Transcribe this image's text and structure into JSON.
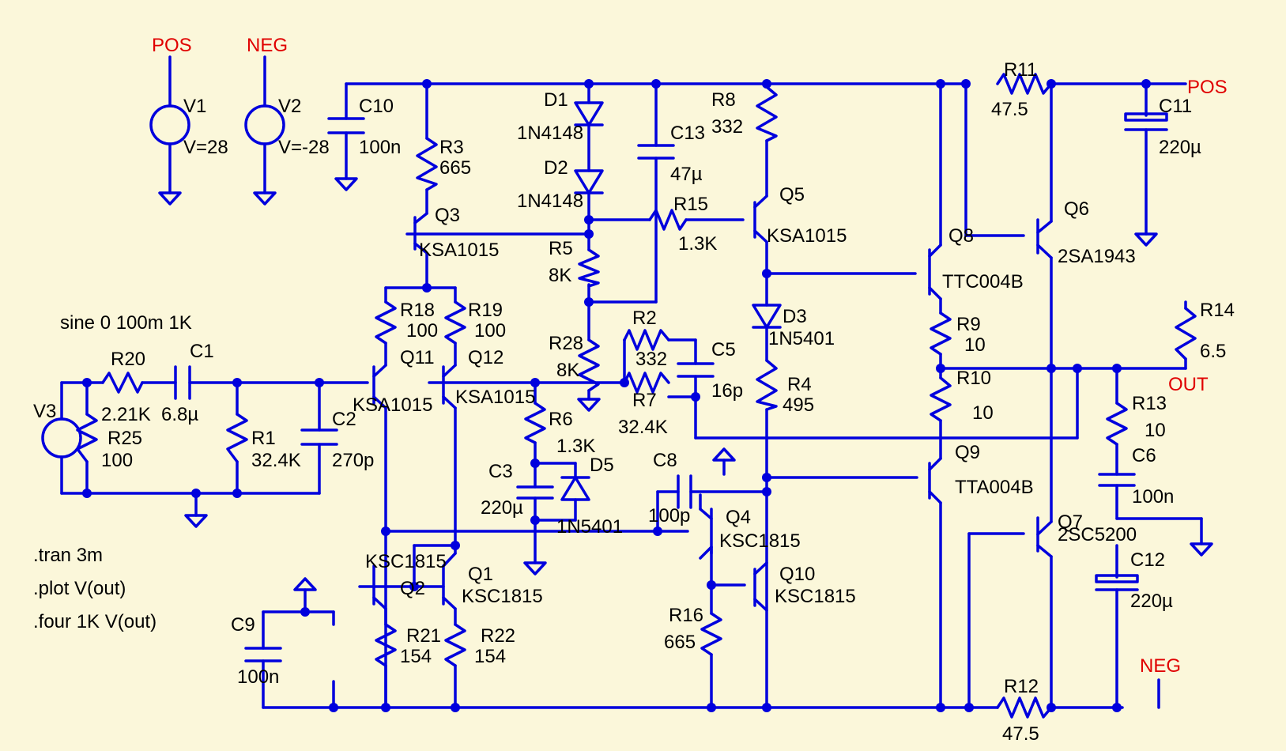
{
  "colors": {
    "background": "#fbf7da",
    "wire": "#0000dd",
    "net_label": "#e00000",
    "text": "#000000"
  },
  "nets": {
    "pos": "POS",
    "neg": "NEG",
    "out": "OUT"
  },
  "sources": {
    "v1": {
      "name": "V1",
      "value": "V=28"
    },
    "v2": {
      "name": "V2",
      "value": "V=-28"
    },
    "v3": {
      "name": "V3",
      "value": "sine 0 100m 1K"
    }
  },
  "capacitors": {
    "c1": {
      "name": "C1",
      "value": "6.8µ"
    },
    "c2": {
      "name": "C2",
      "value": "270p"
    },
    "c3": {
      "name": "C3",
      "value": "220µ"
    },
    "c5": {
      "name": "C5",
      "value": "16p"
    },
    "c6": {
      "name": "C6",
      "value": "100n"
    },
    "c8": {
      "name": "C8",
      "value": "100p"
    },
    "c9": {
      "name": "C9",
      "value": "100n"
    },
    "c10": {
      "name": "C10",
      "value": "100n"
    },
    "c11": {
      "name": "C11",
      "value": "220µ"
    },
    "c12": {
      "name": "C12",
      "value": "220µ"
    },
    "c13": {
      "name": "C13",
      "value": "47µ"
    }
  },
  "resistors": {
    "r1": {
      "name": "R1",
      "value": "32.4K"
    },
    "r2": {
      "name": "R2",
      "value": "332"
    },
    "r3": {
      "name": "R3",
      "value": "665"
    },
    "r4": {
      "name": "R4",
      "value": "495"
    },
    "r5": {
      "name": "R5",
      "value": "8K"
    },
    "r6": {
      "name": "R6",
      "value": "1.3K"
    },
    "r7": {
      "name": "R7",
      "value": "32.4K"
    },
    "r8": {
      "name": "R8",
      "value": "332"
    },
    "r9": {
      "name": "R9",
      "value": "10"
    },
    "r10": {
      "name": "R10",
      "value": "10"
    },
    "r11": {
      "name": "R11",
      "value": "47.5"
    },
    "r12": {
      "name": "R12",
      "value": "47.5"
    },
    "r13": {
      "name": "R13",
      "value": "10"
    },
    "r14": {
      "name": "R14",
      "value": "6.5"
    },
    "r15": {
      "name": "R15",
      "value": "1.3K"
    },
    "r16": {
      "name": "R16",
      "value": "665"
    },
    "r18": {
      "name": "R18",
      "value": "100"
    },
    "r19": {
      "name": "R19",
      "value": "100"
    },
    "r20": {
      "name": "R20",
      "value": "2.21K"
    },
    "r21": {
      "name": "R21",
      "value": "154"
    },
    "r22": {
      "name": "R22",
      "value": "154"
    },
    "r25": {
      "name": "R25",
      "value": "100"
    },
    "r28": {
      "name": "R28",
      "value": "8K"
    }
  },
  "diodes": {
    "d1": {
      "name": "D1",
      "value": "1N4148"
    },
    "d2": {
      "name": "D2",
      "value": "1N4148"
    },
    "d3": {
      "name": "D3",
      "value": "1N5401"
    },
    "d5": {
      "name": "D5",
      "value": "1N5401"
    }
  },
  "transistors": {
    "q1": {
      "name": "Q1",
      "value": "KSC1815"
    },
    "q2": {
      "name": "Q2",
      "value": "KSC1815"
    },
    "q3": {
      "name": "Q3",
      "value": "KSA1015"
    },
    "q4": {
      "name": "Q4",
      "value": "KSC1815"
    },
    "q5": {
      "name": "Q5",
      "value": "KSA1015"
    },
    "q6": {
      "name": "Q6",
      "value": "2SA1943"
    },
    "q7": {
      "name": "Q7",
      "value": "2SC5200"
    },
    "q8": {
      "name": "Q8",
      "value": "TTC004B"
    },
    "q9": {
      "name": "Q9",
      "value": "TTA004B"
    },
    "q10": {
      "name": "Q10",
      "value": "KSC1815"
    },
    "q11": {
      "name": "Q11",
      "value": "KSA1015"
    },
    "q12": {
      "name": "Q12",
      "value": "KSA1015"
    }
  },
  "directives": [
    ".tran 3m",
    ".plot V(out)",
    ".four 1K V(out)"
  ]
}
